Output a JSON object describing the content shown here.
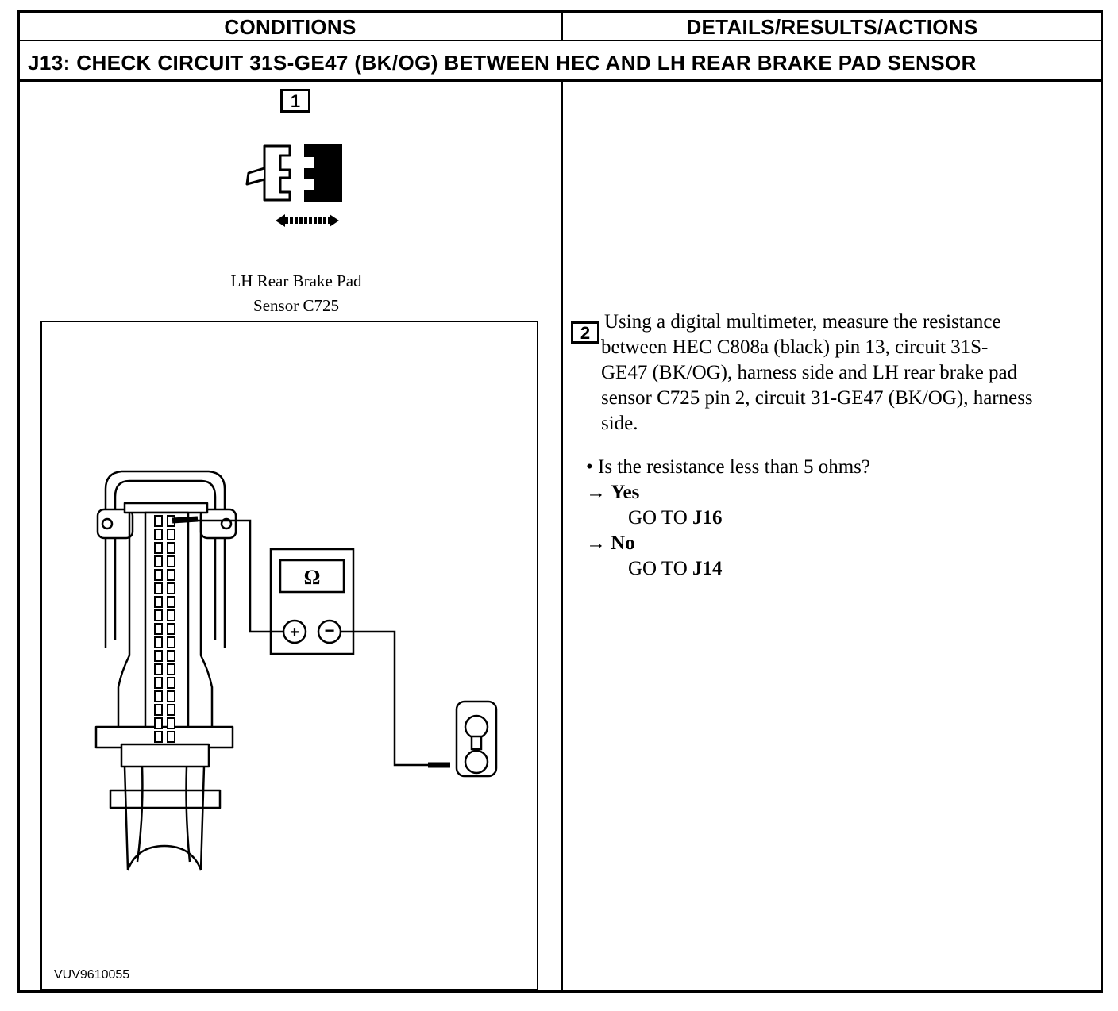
{
  "header": {
    "col1": "CONDITIONS",
    "col2": "DETAILS/RESULTS/ACTIONS"
  },
  "title": "J13: CHECK CIRCUIT 31S-GE47 (BK/OG) BETWEEN HEC AND LH REAR BRAKE PAD SENSOR",
  "conditions": {
    "step1_number": "1",
    "caption_line1": "LH Rear Brake Pad",
    "caption_line2": "Sensor C725",
    "figure_id": "VUV9610055",
    "meter_symbol": "Ω"
  },
  "details": {
    "step2_number": "2",
    "step2_lines": [
      "Using a digital multimeter, measure the resistance",
      "between HEC C808a (black) pin 13, circuit 31S-",
      "GE47 (BK/OG), harness side and LH rear brake pad",
      "sensor C725 pin 2, circuit 31-GE47 (BK/OG), harness",
      "side."
    ],
    "question": "• Is the resistance less than 5 ohms?",
    "yes_arrow": "→",
    "yes_label": "Yes",
    "yes_action_prefix": "GO TO ",
    "yes_action_target": "J16",
    "no_arrow": "→",
    "no_label": "No",
    "no_action_prefix": "GO TO ",
    "no_action_target": "J14"
  }
}
